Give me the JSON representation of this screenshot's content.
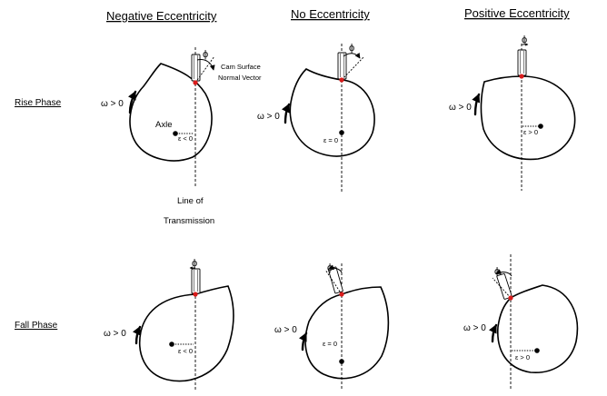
{
  "headers": {
    "negative": "Negative Eccentricity",
    "none": "No Eccentricity",
    "positive": "Positive Eccentricity"
  },
  "rows": {
    "rise": "Rise Phase",
    "fall": "Fall Phase"
  },
  "labels": {
    "omega": "ω > 0",
    "phi": "ϕ",
    "axle": "Axle",
    "cam_surface": "Cam Surface",
    "normal_vector": "Normal Vector",
    "line_of": "Line of",
    "transmission": "Transmission",
    "eps_neg": "ε < 0",
    "eps_zero": "ε = 0",
    "eps_pos": "ε > 0"
  },
  "colors": {
    "contact_point": "#d91c1c",
    "line": "#000000"
  }
}
